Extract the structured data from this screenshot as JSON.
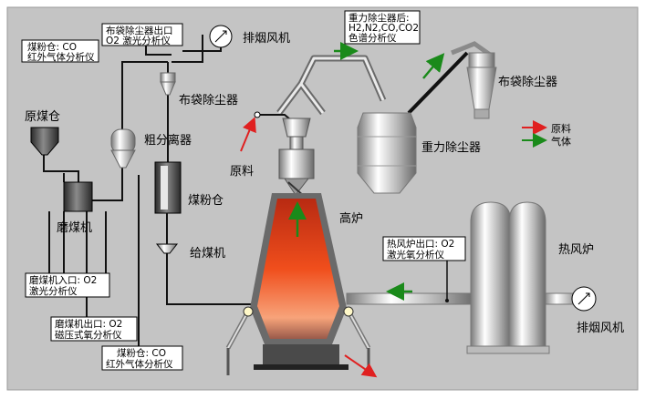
{
  "diagram": {
    "colors": {
      "background": "#c4c4c4",
      "pipe": "#111111",
      "gas_arrow": "#1a8a1a",
      "material_arrow": "#e02020",
      "furnace_hot": "#e0401a"
    },
    "equipment": {
      "raw_coal_bin": "原煤仓",
      "coal_mill": "磨煤机",
      "coarse_separator": "粗分离器",
      "bag_filter_top": "布袋除尘器",
      "exhaust_fan_top": "排烟风机",
      "pulverized_coal_bin": "煤粉仓",
      "coal_feeder": "给煤机",
      "raw_material": "原料",
      "blast_furnace": "高炉",
      "gravity_dust_collector": "重力除尘器",
      "bag_filter_right": "布袋除尘器",
      "hot_blast_stove": "热风炉",
      "exhaust_fan_bottom": "排烟风机"
    },
    "legend": {
      "material": "原料",
      "gas": "气体"
    },
    "analyzers": {
      "coal_bin_co": [
        "煤粉仓: CO",
        "红外气体分析仪"
      ],
      "bag_filter_outlet": [
        "布袋除尘器出口",
        "O2 激光分析仪"
      ],
      "gravity_after": [
        "重力除尘器后:",
        "H2,N2,CO,CO2",
        "色谱分析仪"
      ],
      "mill_inlet": [
        "磨煤机入口: O2",
        "激光分析仪"
      ],
      "mill_outlet": [
        "磨煤机出口: O2",
        "磁压式氧分析仪"
      ],
      "pulverized_bin_co": [
        "煤粉仓: CO",
        "红外气体分析仪"
      ],
      "stove_outlet": [
        "热风炉出口: O2",
        "激光氧分析仪"
      ]
    }
  }
}
